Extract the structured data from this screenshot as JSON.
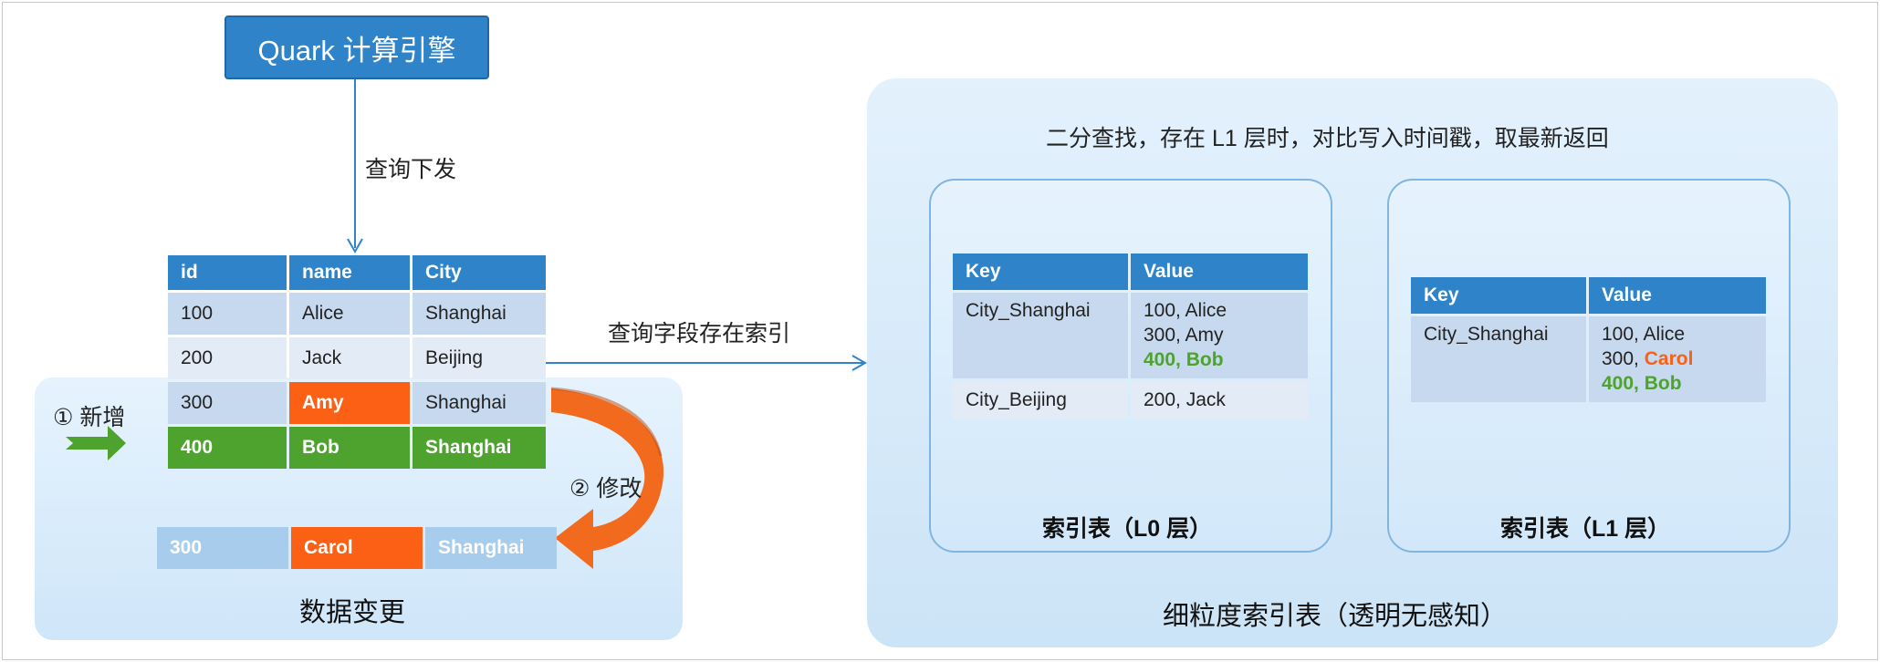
{
  "engine": {
    "label": "Quark 计算引擎"
  },
  "labels": {
    "query_dispatch": "查询下发",
    "field_indexed": "查询字段存在索引",
    "step1": "① 新增",
    "step2": "② 修改",
    "data_change": "数据变更",
    "binary_search": "二分查找，存在 L1 层时，对比写入时间戳，取最新返回",
    "index_title": "细粒度索引表（透明无感知）"
  },
  "data_table": {
    "headers": [
      "id",
      "name",
      "City"
    ],
    "rows": [
      [
        "100",
        "Alice",
        "Shanghai"
      ],
      [
        "200",
        "Jack",
        "Beijing"
      ],
      [
        "300",
        "Amy",
        "Shanghai"
      ],
      [
        "400",
        "Bob",
        "Shanghai"
      ]
    ]
  },
  "modified_row": [
    "300",
    "Carol",
    "Shanghai"
  ],
  "l0_table": {
    "caption": "索引表（L0 层）",
    "headers": [
      "Key",
      "Value"
    ],
    "rows": [
      {
        "key": "City_Shanghai",
        "values": [
          "100, Alice",
          "300, Amy",
          "400, Bob"
        ]
      },
      {
        "key": "City_Beijing",
        "values": [
          "200, Jack"
        ]
      }
    ]
  },
  "l1_table": {
    "caption": "索引表（L1 层）",
    "headers": [
      "Key",
      "Value"
    ],
    "rows": [
      {
        "key": "City_Shanghai",
        "values": [
          "100, Alice",
          "300, ",
          "Carol",
          "400, Bob"
        ]
      }
    ]
  },
  "colors": {
    "header_blue": "#2f84c9",
    "added_green": "#4ea22e",
    "modified_orange": "#fb6014",
    "arrow_blue": "#2f84c9"
  }
}
